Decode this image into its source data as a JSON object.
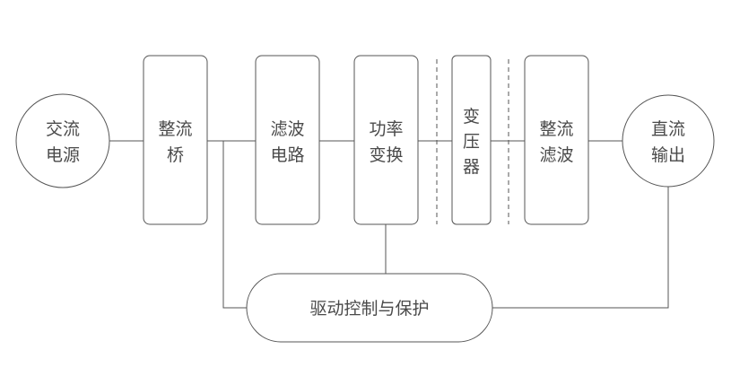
{
  "diagram": {
    "nodes": {
      "ac_source": {
        "lines": [
          "交流",
          "电源"
        ]
      },
      "rectifier_bridge": {
        "lines": [
          "整流",
          "桥"
        ]
      },
      "filter_circuit": {
        "lines": [
          "滤波",
          "电路"
        ]
      },
      "power_conversion": {
        "lines": [
          "功率",
          "变换"
        ]
      },
      "transformer": {
        "lines": [
          "变",
          "压",
          "器"
        ]
      },
      "rectifier_filter": {
        "lines": [
          "整流",
          "滤波"
        ]
      },
      "dc_output": {
        "lines": [
          "直流",
          "输出"
        ]
      },
      "drive_control": {
        "label": "驱动控制与保护"
      }
    },
    "colors": {
      "stroke": "#555555",
      "text": "#4a4a4a",
      "background": "#ffffff"
    }
  }
}
